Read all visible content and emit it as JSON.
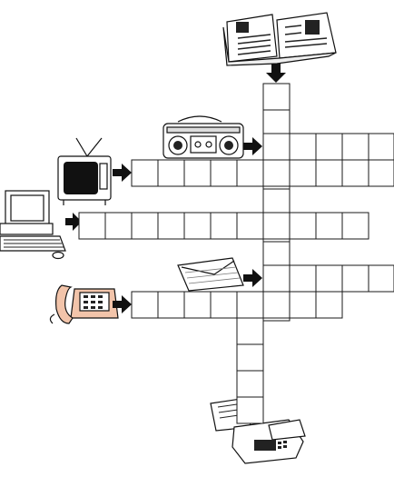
{
  "puzzle": {
    "type": "picture-crossword",
    "clues": [
      {
        "icon": "newspaper-icon",
        "direction": "down",
        "letters": 9
      },
      {
        "icon": "radio-cassette-icon",
        "direction": "across",
        "letters": 5
      },
      {
        "icon": "television-icon",
        "direction": "across",
        "letters": 10
      },
      {
        "icon": "computer-icon",
        "direction": "across",
        "letters": 11
      },
      {
        "icon": "letter-envelope-icon",
        "direction": "across",
        "letters": 5
      },
      {
        "icon": "telephone-icon",
        "direction": "across",
        "letters": 8
      },
      {
        "icon": "fax-machine-icon",
        "direction": "down",
        "letters": 5
      }
    ]
  },
  "colors": {
    "grid_line": "#1a1a1a",
    "arrow": "#111111",
    "phone_body": "#f2c4aa",
    "screen": "#111111"
  }
}
